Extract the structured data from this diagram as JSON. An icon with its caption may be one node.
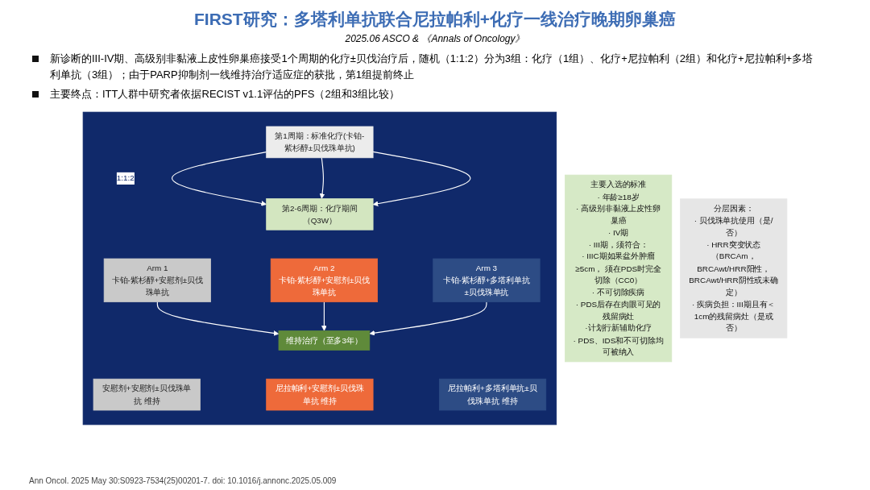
{
  "diagram": {
    "title": "FIRST研究：多塔利单抗联合尼拉帕利+化疗一线治疗晚期卵巢癌",
    "nodes": [
      {
        "text": [
          "主要入选的标准",
          "· 年龄≥18岁",
          "· 高级别非黏液上皮性卵巢癌",
          "· IV期",
          "· III期，须符合：",
          "· IIIC期如果盆外肿瘤≥5cm， 须在PDS时完全切除（CC0）",
          "· 不可切除疾病",
          "· PDS后存在肉眼可见的残留病灶",
          "·计划行新辅助化疗",
          "· PDS、IDS和不可切除均可被纳入"
        ]
      },
      {
        "text": [],
        "shape": "box"
      },
      {
        "text": [
          "第1周期：标准化疗(卡铂-紫杉醇±贝伐珠单抗)"
        ],
        "in": 1
      },
      {
        "text": [
          "第2-6周期：化疗期间（Q3W）"
        ],
        "in": 1
      },
      {
        "text": [
          "Arm 1",
          "卡铂-紫杉醇+安慰剂±贝伐珠单抗"
        ],
        "in": 1
      },
      {
        "text": [
          "Arm 2",
          "卡铂-紫杉醇+安慰剂±贝伐珠单抗"
        ],
        "in": 1
      },
      {
        "text": [
          "Arm 3",
          "卡铂-紫杉醇+多塔利单抗±贝伐珠单抗"
        ],
        "in": 1
      },
      {
        "text": [
          "维持治疗（至多3年）"
        ],
        "in": 1
      },
      {
        "text": [
          "安慰剂+安慰剂±贝伐珠单抗 维持"
        ],
        "in": 1
      },
      {
        "text": [
          "尼拉帕利+安慰剂±贝伐珠单抗 维持"
        ],
        "in": 1
      },
      {
        "text": [
          "尼拉帕利+多塔利单抗±贝伐珠单抗 维持"
        ],
        "in": 1
      },
      {
        "text": [
          "分层因素：",
          "· 贝伐珠单抗使用（是/否）",
          "· HRR突变状态（BRCAm，BRCAwt/HRR阳性，BRCAwt/HRR阴性或未确定）",
          "· 疾病负担：III期且有＜1cm的残留病灶（是或否）"
        ]
      }
    ],
    "edges": [
      {
        "from": 2,
        "to": 3,
        "arrow": "to",
        "label": "1:1:2"
      },
      {
        "from": 2,
        "to": 3,
        "arrow": "to"
      },
      {
        "from": 2,
        "to": 3,
        "arrow": "to"
      },
      {
        "from": 4,
        "to": 7,
        "arrow": "to"
      },
      {
        "from": 5,
        "to": 7,
        "arrow": "to"
      },
      {
        "from": 6,
        "to": 7,
        "arrow": "to"
      }
    ],
    "labels": [
      "2025.06 ASCO & 《Annals of Oncology》",
      "新诊断的III-IV期、高级别非黏液上皮性卵巢癌接受1个周期的化疗±贝伐治疗后，随机（1:1:2）分为3组：化疗（1组）、化疗+尼拉帕利（2组）和化疗+尼拉帕利+多塔利单抗（3组）；由于PARP抑制剂一线维持治疗适应症的获批，第1组提前终止",
      "主要终点：ITT人群中研究者依据RECIST v1.1评估的PFS（2组和3组比较）",
      "Ann Oncol. 2025 May 30:S0923-7534(25)00201-7. doi: 10.1016/j.annonc.2025.05.009"
    ]
  }
}
